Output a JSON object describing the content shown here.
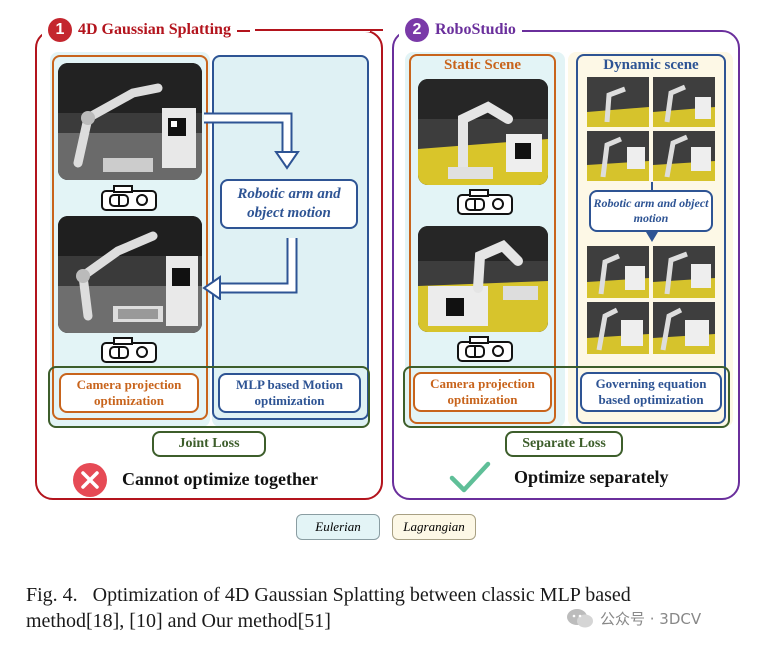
{
  "left_panel": {
    "number": "1",
    "title": "4D Gaussian Splatting",
    "motion_label": "Robotic arm and object motion",
    "camera_label": "Camera projection optimization",
    "mlp_label": "MLP based Motion optimization",
    "loss_label": "Joint Loss",
    "verdict": "Cannot optimize together"
  },
  "right_panel": {
    "number": "2",
    "title": "RoboStudio",
    "static_title": "Static Scene",
    "dynamic_title": "Dynamic scene",
    "motion_label": "Robotic arm and object motion",
    "camera_label": "Camera projection optimization",
    "governing_label": "Governing equation based optimization",
    "loss_label": "Separate Loss",
    "verdict": "Optimize separately"
  },
  "legend": {
    "eulerian": "Eulerian",
    "lagrangian": "Lagrangian"
  },
  "caption": {
    "line1": "Fig. 4.   Optimization of 4D Gaussian Splatting between classic MLP based",
    "line2": "method[18], [10] and Our method[51]"
  },
  "watermark": "公众号 · 3DCV",
  "colors": {
    "red": "#b3141d",
    "purple": "#6a2f9c",
    "orange": "#c8641c",
    "blue": "#2e5494",
    "green": "#3d5e2b",
    "eulerian_bg": "#e3f4f6",
    "lagrangian_bg": "#fdf8e6",
    "check_green": "#5fbf98",
    "cross_red": "#e64a55"
  }
}
